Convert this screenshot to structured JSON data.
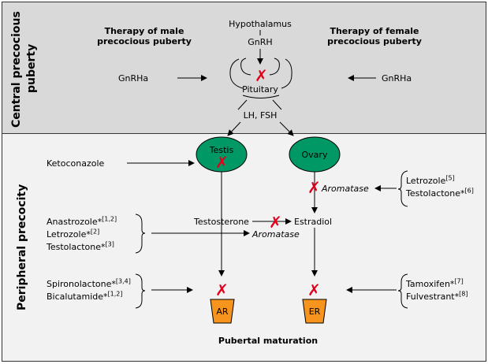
{
  "sections": {
    "central_title_line1": "Central precocious",
    "central_title_line2": "puberty",
    "peripheral_title": "Peripheral precocity"
  },
  "central": {
    "male_therapy_line1": "Therapy of male",
    "male_therapy_line2": "precocious puberty",
    "female_therapy_line1": "Therapy of female",
    "female_therapy_line2": "precocious puberty",
    "hypothalamus": "Hypothalamus",
    "gnrh": "GnRH",
    "pituitary": "Pituitary",
    "gnrha_left": "GnRHa",
    "gnrha_right": "GnRHa",
    "lh_fsh": "LH, FSH"
  },
  "peripheral": {
    "testis": "Testis",
    "ovary": "Ovary",
    "ketoconazole": "Ketoconazole",
    "aromatase_right": "Aromatase",
    "letrozole_r": "Letrozole",
    "letrozole_r_ref": "[5]",
    "testolactone_r": "Testolactone*",
    "testolactone_r_ref": "[6]",
    "anastrozole": "Anastrozole*",
    "anastrozole_ref": "[1,2]",
    "letrozole_l": "Letrozole*",
    "letrozole_l_ref": "[2]",
    "testolactone_l": "Testolactone*",
    "testolactone_l_ref": "[3]",
    "testosterone": "Testosterone",
    "estradiol": "Estradiol",
    "aromatase_center": "Aromatase",
    "spironolactone": "Spironolactone*",
    "spironolactone_ref": "[3,4]",
    "bicalutamide": "Bicalutamide*",
    "bicalutamide_ref": "[1,2]",
    "tamoxifen": "Tamoxifen*",
    "tamoxifen_ref": "[7]",
    "fulvestrant": "Fulvestrant*",
    "fulvestrant_ref": "[8]",
    "ar": "AR",
    "er": "ER",
    "pubertal_maturation": "Pubertal maturation"
  },
  "colors": {
    "central_bg": "#d9d9d9",
    "peripheral_bg": "#f2f2f2",
    "gland_fill": "#009966",
    "receptor_fill": "#f7941d",
    "block_mark": "#e0001b"
  }
}
